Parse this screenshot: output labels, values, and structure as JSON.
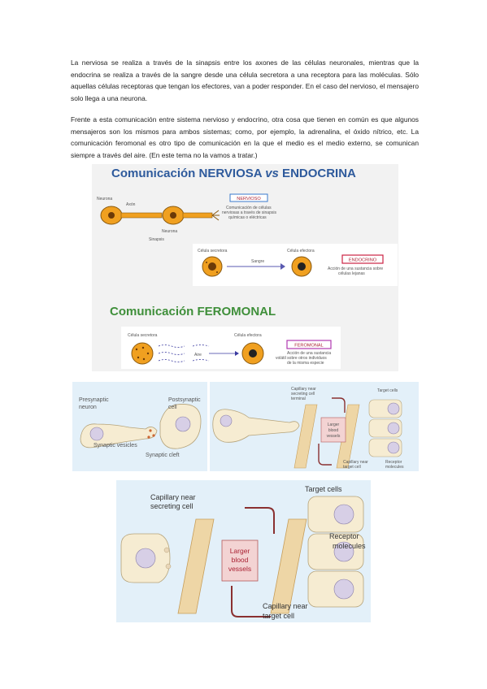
{
  "text": {
    "p1": "La nerviosa se realiza a través de la sinapsis entre los axones de las células neuronales, mientras que la endocrina se realiza a través de la sangre desde una célula secretora a una receptora para las moléculas. Sólo aquellas células receptoras que tengan los efectores, van a poder responder. En el caso del nervioso, el mensajero solo llega a una neurona.",
    "p2": "Frente a esta comunicación entre sistema nervioso y endocrino, otra cosa que tienen en común es que algunos mensajeros son los mismos para ambos sistemas; como, por ejemplo, la adrenalina, el óxido nítrico, etc. La comunicación feromonal es otro tipo de comunicación en la que el medio es el medio externo, se comunican siempre a través del aire. (En este tema no la vamos a tratar.)"
  },
  "fig1": {
    "title1_a": "Comunicación NERVIOSA ",
    "title1_vs": "vs",
    "title1_b": " ENDOCRINA",
    "title2": "Comunicación FEROMONAL",
    "neuron_label": "Neurona",
    "axon_label": "Axón",
    "neuron_label2": "Neurona",
    "sinapsis_label": "Sinapsis",
    "nervioso_box": "NERVIOSO",
    "nervioso_desc_1": "Comunicación de células",
    "nervioso_desc_2": "nerviosas a través de sinapsis",
    "nervioso_desc_3": "químicas o eléctricas",
    "endo_secretora": "Célula secretora",
    "endo_efectora": "Célula efectora",
    "sangre": "Sangre",
    "endocrino_box": "ENDOCRINO",
    "endocrino_desc_1": "Acción de una sustancia sobre",
    "endocrino_desc_2": "células lejanas",
    "fero_secretora": "Célula secretora",
    "fero_efectora": "Célula efectora",
    "aire": "Aire",
    "feromonal_box": "FEROMONAL",
    "feromonal_desc_1": "Acción de una sustancia",
    "feromonal_desc_2": "volátil sobre otros individuos",
    "feromonal_desc_3": "de la misma especie"
  },
  "fig2": {
    "presynaptic_1": "Presynaptic",
    "presynaptic_2": "neuron",
    "postsynaptic_1": "Postsynaptic",
    "postsynaptic_2": "cell",
    "vesicles": "Synaptic vesicles",
    "cleft": "Synaptic cleft"
  },
  "fig3": {
    "cap_secreting_1": "Capillary near",
    "cap_secreting_2": "secreting cell",
    "cap_secreting_3": "terminal",
    "larger_1": "Larger",
    "larger_2": "blood",
    "larger_3": "vessels",
    "target_cells": "Target cells",
    "cap_target_1": "Capillary near",
    "cap_target_2": "target cell",
    "receptor_1": "Receptor",
    "receptor_2": "molecules"
  },
  "fig4": {
    "cap_secreting_1": "Capillary near",
    "cap_secreting_2": "secreting cell",
    "larger_1": "Larger",
    "larger_2": "blood",
    "larger_3": "vessels",
    "target_cells": "Target cells",
    "receptor_1": "Receptor",
    "receptor_2": "molecules",
    "cap_target_1": "Capillary near",
    "cap_target_2": "target cell"
  }
}
